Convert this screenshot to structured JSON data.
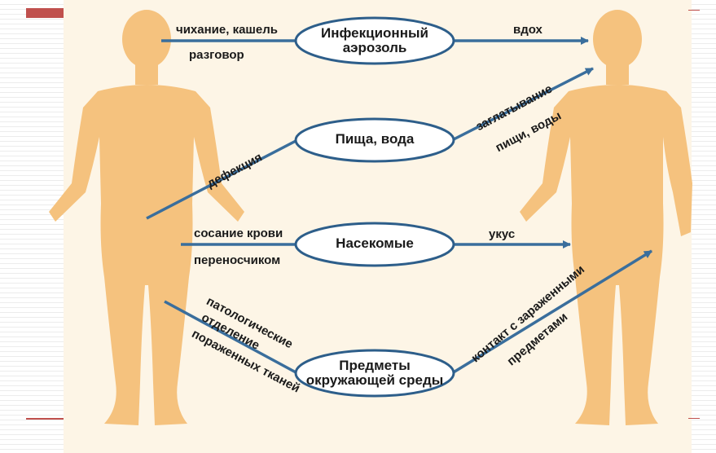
{
  "colors": {
    "figure": "#f5c27e",
    "arrow": "#3a6e9c",
    "ellipse_fill": "#ffffff",
    "ellipse_stroke": "#2d5e8a",
    "background": "#fdf5e6",
    "accent_red": "#c0504d"
  },
  "nodes": {
    "aerosol": "Инфекционный аэрозоль",
    "food": "Пища, вода",
    "insects": "Насекомые",
    "objects": "Предметы окружающей среды"
  },
  "labels": {
    "sneeze": "чихание, кашель",
    "talk": "разговор",
    "inhale": "вдох",
    "defecation": "дефекция",
    "swallow": "заглатывание",
    "food_water": "пищи, воды",
    "blood": "сосание крови",
    "carrier": "переносчиком",
    "bite": "укус",
    "patho": "патологические",
    "discharge": "отделение",
    "tissue": "пораженных тканей",
    "contact": "контакт с зараженными",
    "items": "предметами"
  }
}
